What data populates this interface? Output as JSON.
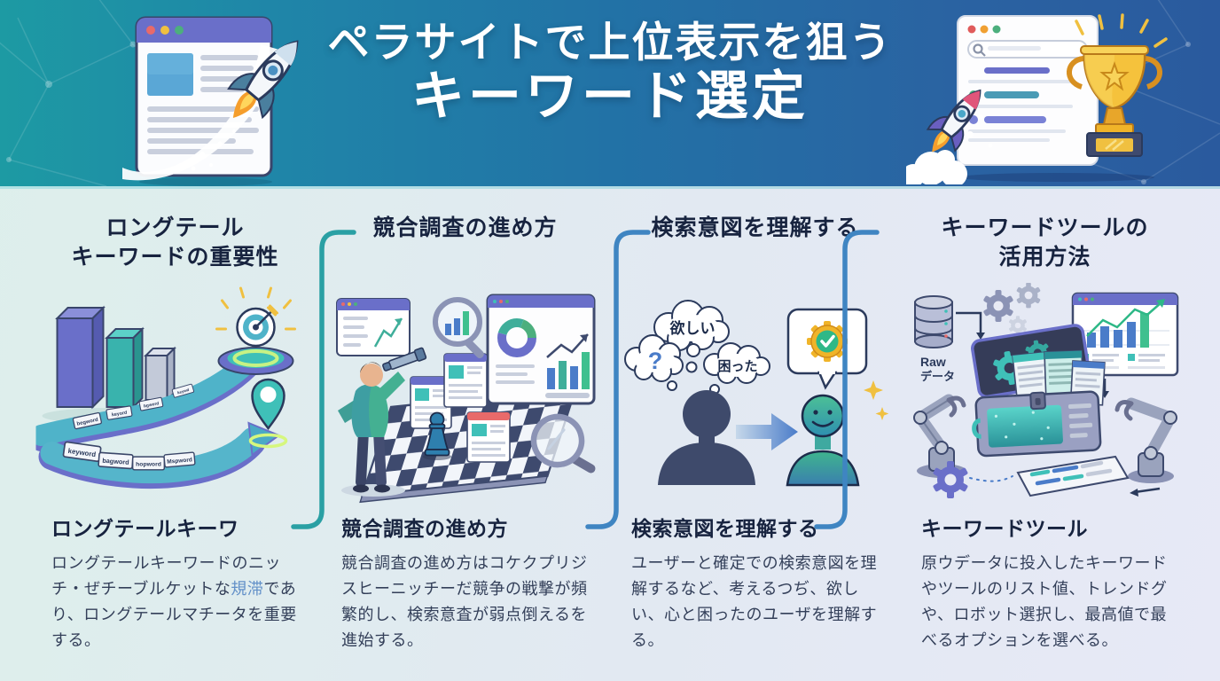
{
  "header": {
    "title_line1": "ペラサイトで上位表示を狙う",
    "title_line2": "キーワード選定"
  },
  "columns": [
    {
      "heading_line1": "ロングテール",
      "heading_line2": "キーワードの重要性",
      "subheading": "ロングテールキーワ",
      "body_pre": "ロングテールキーワードのニッチ・ぜチーブルケットな",
      "body_accent": "規滞",
      "body_post": "であり、ロングテールマチータを重要する。",
      "tiles": [
        "keyword",
        "bagword",
        "hopword",
        "Mspword",
        "begword",
        "keyord",
        "bgword",
        "keywd"
      ]
    },
    {
      "heading_line1": "競合調査の進め方",
      "heading_line2": "",
      "subheading": "競合調査の進め方",
      "body_pre": "競合調査の進め方はコケクプリジスヒーニッチーだ競争の戦撃が頻繁的し、検索意査が弱点倒えるを進始する。",
      "body_accent": "",
      "body_post": ""
    },
    {
      "heading_line1": "検索意図を理解する",
      "heading_line2": "",
      "subheading": "検索意図を理解する",
      "body_pre": "ユーザーと確定での検索意図を理解するなど、考えるつぢ、欲しい、心と困ったのユーザを理解する。",
      "body_accent": "",
      "body_post": "",
      "bubbles": {
        "want": "欲しい",
        "question": "?",
        "trouble": "困った"
      }
    },
    {
      "heading_line1": "キーワードツールの",
      "heading_line2": "活用方法",
      "subheading": "キーワードツール",
      "body_pre": "原ウデータに投入したキーワードやツールのリスト値、トレンドグや、ロボット選択し、最高値で最べるオプションを選べる。",
      "body_accent": "",
      "body_post": "",
      "db_label_line1": "Raw",
      "db_label_line2": "データ"
    }
  ],
  "colors": {
    "hero_teal": "#1d9aa3",
    "hero_blue": "#2a5a9e",
    "connector_teal": "#2aa0a4",
    "connector_blue": "#3f85c2",
    "heading_text": "#17233f",
    "body_text": "#333f59",
    "accent_gold": "#f0c040",
    "accent_purple": "#6a6fc9",
    "accent_teal": "#3fc0b8"
  }
}
